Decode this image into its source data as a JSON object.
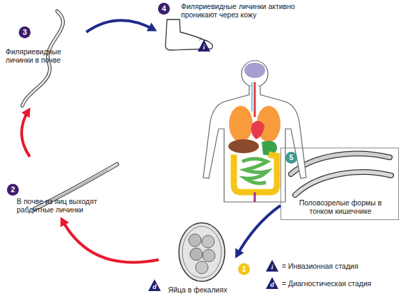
{
  "diagram": {
    "nodes": [
      {
        "text": [
          "Филяриевидные личинки активно проникают через кожу"
        ]
      },
      {
        "text": [
          "Филяриевидные личинки в почве"
        ]
      },
      {
        "text": [
          "Половозрелые формы в тонком кишечнике"
        ]
      },
      {
        "text": [
          "В почве из яиц выходят рабдитные личинки"
        ]
      },
      {
        "text": [
          "Яйца в фекалиях"
        ]
      }
    ],
    "edges": [
      {
        "from": 4,
        "to": 3,
        "arrow": "to"
      },
      {
        "from": 3,
        "to": 1,
        "arrow": "to"
      },
      {
        "from": 1,
        "to": 0,
        "arrow": "to"
      },
      {
        "from": 2,
        "to": 4,
        "arrow": "to"
      }
    ],
    "labels": [
      "4",
      "i",
      "3",
      "5",
      "2",
      "1",
      "d",
      "i",
      "d"
    ],
    "legend": [
      {
        "text": "= Инвазионная стадия"
      },
      {
        "text": "= Диагностическая стадия"
      }
    ]
  }
}
